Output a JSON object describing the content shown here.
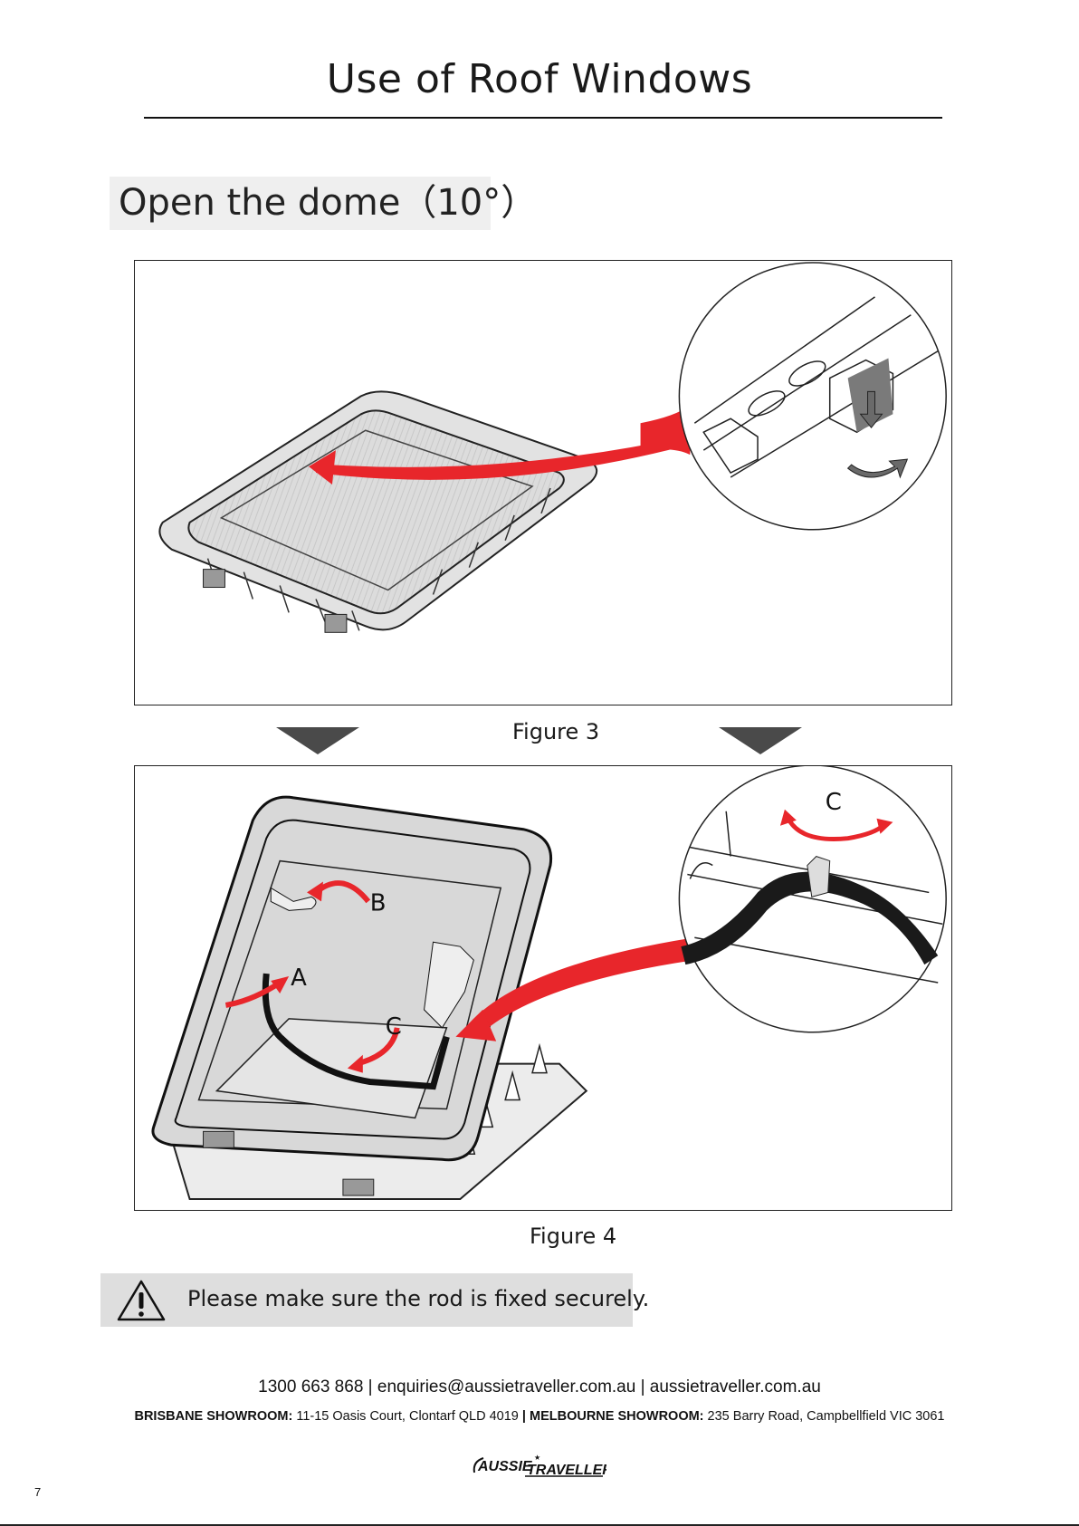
{
  "page": {
    "title": "Use of Roof Windows",
    "section_heading": "Open the dome（10°）",
    "page_number": "7"
  },
  "figures": [
    {
      "caption": "Figure 3",
      "labels": []
    },
    {
      "caption": "Figure 4",
      "labels": [
        "A",
        "B",
        "C",
        "C"
      ]
    }
  ],
  "warning": {
    "icon": "warning-triangle-icon",
    "text": "Please make sure the rod is fixed securely."
  },
  "footer": {
    "contact": "1300 663 868 | enquiries@aussietraveller.com.au | aussietraveller.com.au",
    "brisbane_label": "BRISBANE SHOWROOM:",
    "brisbane_address": "11-15 Oasis Court, Clontarf QLD 4019",
    "separator": "|",
    "melbourne_label": "MELBOURNE SHOWROOM:",
    "melbourne_address": "235 Barry Road, Campbellfield VIC 3061",
    "logo_text": "AUSSIE TRAVELLER"
  },
  "colors": {
    "arrow_red": "#e8262b",
    "heading_bg": "#efefef",
    "warning_bg": "#dedede",
    "pointer_gray": "#4a4a4a"
  }
}
